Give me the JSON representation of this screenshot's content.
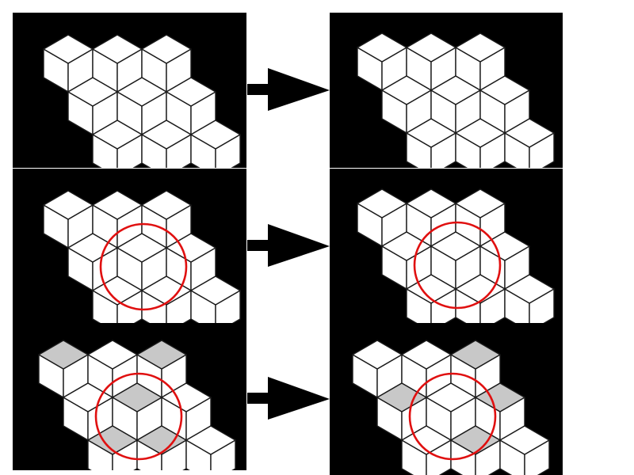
{
  "figure": {
    "rows": [
      {
        "id": "row-1",
        "before": {
          "highlight_circle": false,
          "shaded": false,
          "variant": "a"
        },
        "after": {
          "highlight_circle": false,
          "shaded": false,
          "variant": "b"
        }
      },
      {
        "id": "row-2",
        "before": {
          "highlight_circle": true,
          "shaded": false,
          "variant": "a"
        },
        "after": {
          "highlight_circle": true,
          "shaded": false,
          "variant": "b"
        }
      },
      {
        "id": "row-3",
        "before": {
          "highlight_circle": true,
          "shaded": true,
          "variant": "a"
        },
        "after": {
          "highlight_circle": true,
          "shaded": true,
          "variant": "b"
        }
      }
    ],
    "arrow_direction": "left-to-right",
    "arrow_icon": "right-arrow-icon"
  },
  "colors": {
    "background": "#000000",
    "cube_face": "#ffffff",
    "cube_shaded": "#c8c8c8",
    "cube_edge": "#1a1a1a",
    "highlight_circle": "#e01010",
    "arrow": "#000000",
    "page": "#ffffff"
  }
}
